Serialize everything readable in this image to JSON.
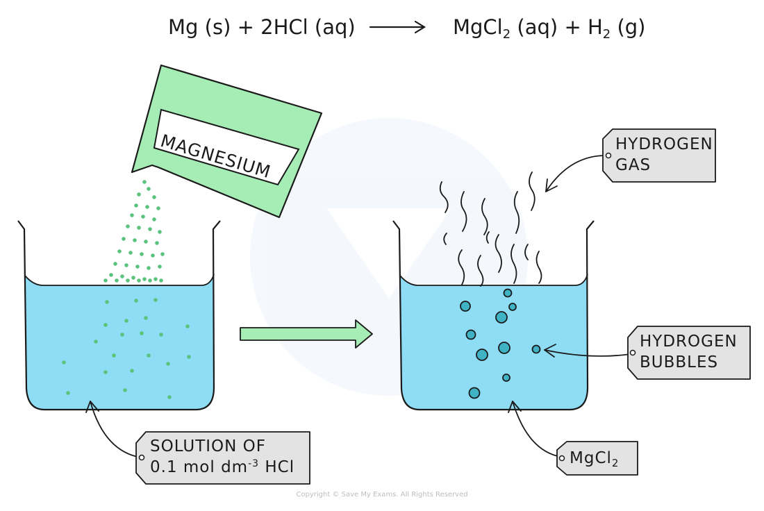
{
  "equation": {
    "reactants": "Mg (s) + 2HCl (aq)",
    "product_1_main": "MgCl",
    "product_1_sub": "2",
    "product_1_state": " (aq) + H",
    "product_2_sub": "2",
    "product_2_state": " (g)"
  },
  "packet_label": "MAGNESIUM",
  "labels": {
    "hydrogen_gas_line1": "HYDROGEN",
    "hydrogen_gas_line2": "GAS",
    "hydrogen_bubbles_line1": "HYDROGEN",
    "hydrogen_bubbles_line2": "BUBBLES",
    "solution_line1": "SOLUTION  OF",
    "solution_line2_prefix": "0.1  mol dm",
    "solution_line2_sup": "-3",
    "solution_line2_suffix": "  HCl",
    "mgcl2_main": "MgCl",
    "mgcl2_sub": "2"
  },
  "copyright": "Copyright © Save My Exams. All Rights Reserved",
  "colors": {
    "liquid": "#8fdcf5",
    "packet": "#a6ecb5",
    "magnesium_particle": "#5ac27a",
    "bubble": "#3fb3c4",
    "reaction_arrow": "#a6ecb5",
    "tag": "#e3e3e3",
    "outline": "#1a1a1a"
  }
}
